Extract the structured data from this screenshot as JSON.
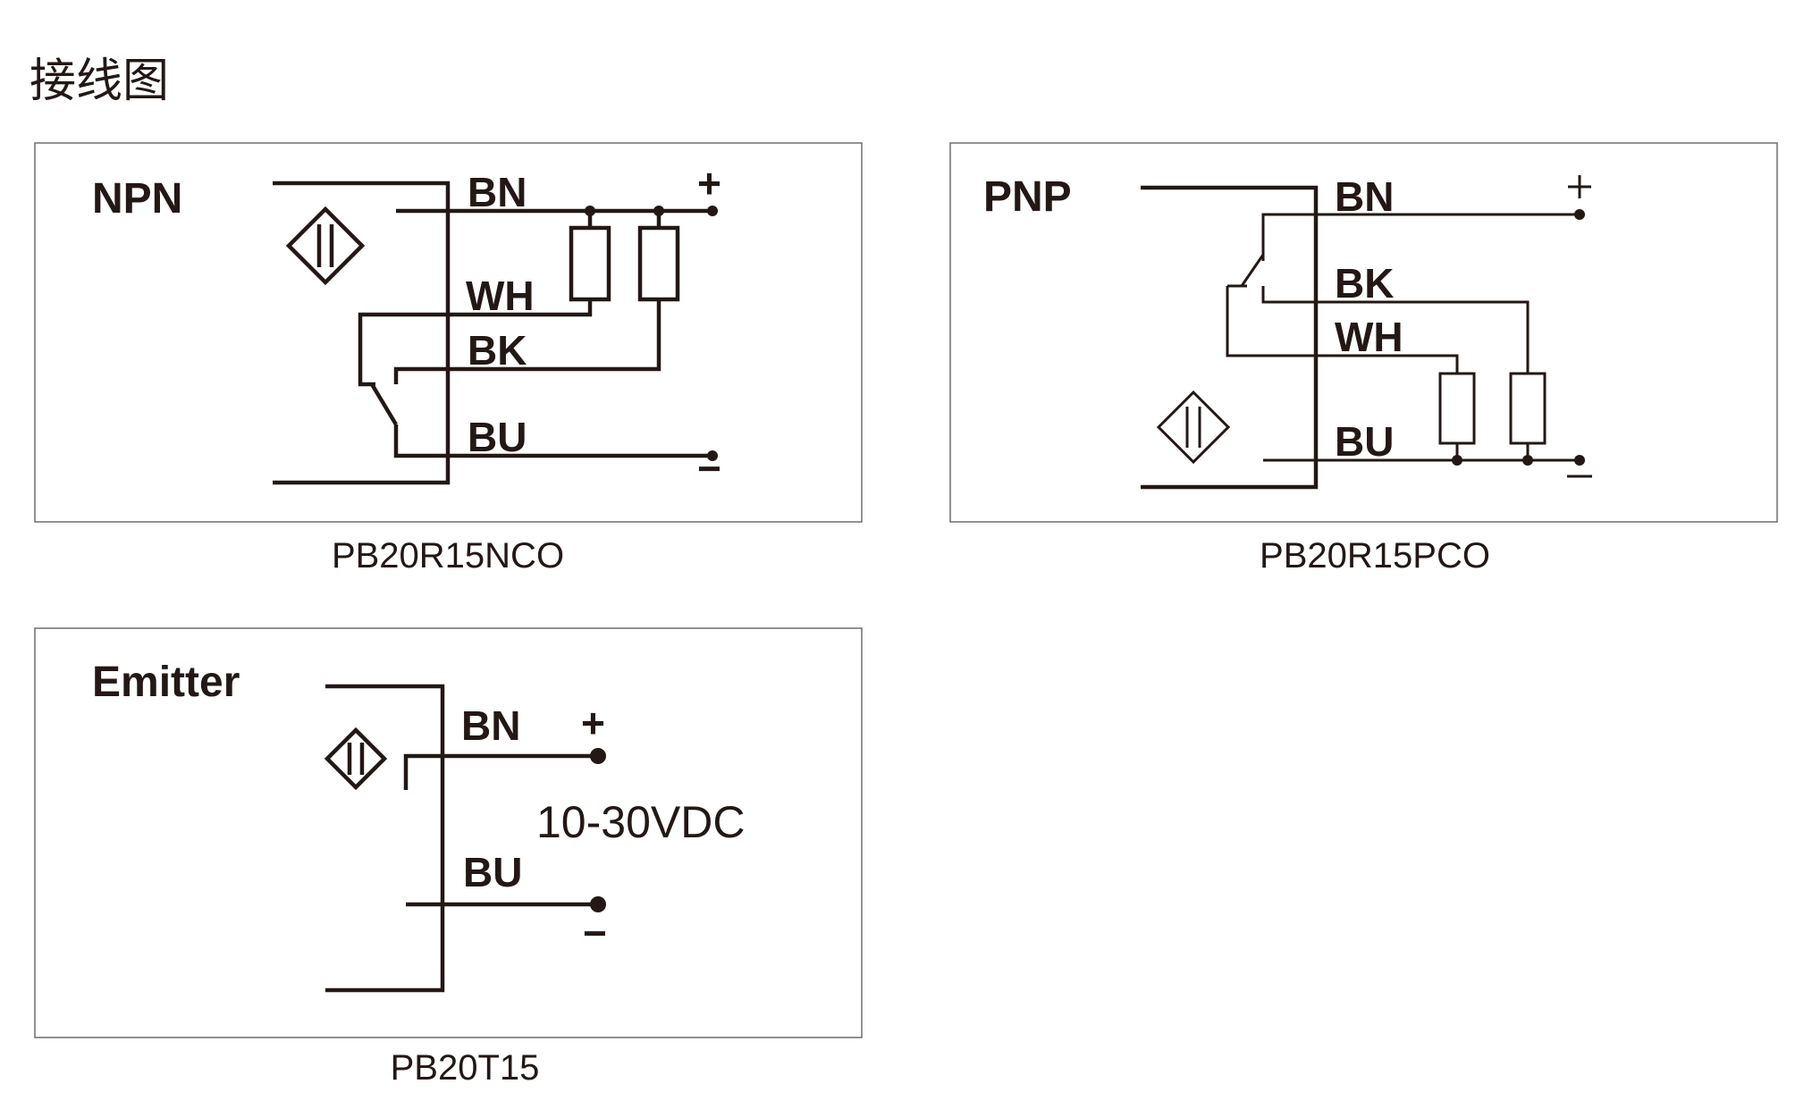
{
  "page_title": "接线图",
  "colors": {
    "line": "#231815",
    "frame": "#6e6e6e",
    "background": "#ffffff"
  },
  "diagrams": {
    "npn": {
      "type_label": "NPN",
      "wires": {
        "brown": "BN",
        "white": "WH",
        "black": "BK",
        "blue": "BU"
      },
      "plus": "+",
      "minus": "−",
      "model": "PB20R15NCO"
    },
    "pnp": {
      "type_label": "PNP",
      "wires": {
        "brown": "BN",
        "black": "BK",
        "white": "WH",
        "blue": "BU"
      },
      "plus": "+",
      "minus": "−",
      "model": "PB20R15PCO"
    },
    "emitter": {
      "type_label": "Emitter",
      "wires": {
        "brown": "BN",
        "blue": "BU"
      },
      "plus": "+",
      "minus": "−",
      "voltage": "10-30VDC",
      "model": "PB20T15"
    }
  }
}
